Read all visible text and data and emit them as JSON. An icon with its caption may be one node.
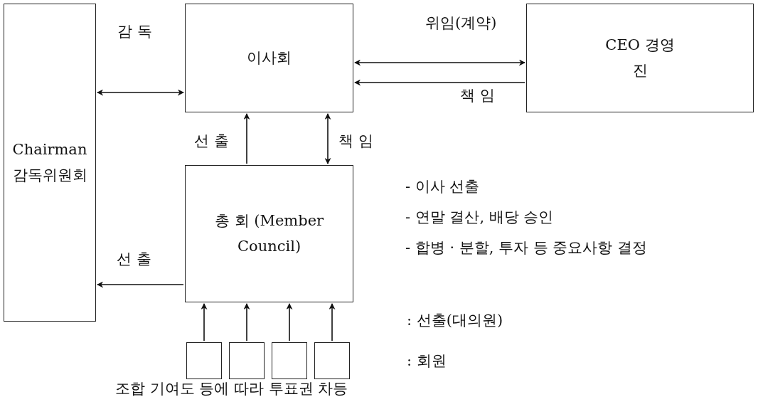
{
  "diagram": {
    "nodes": [
      {
        "text": [
          "Chairman 감독위원회"
        ]
      },
      {
        "text": [
          "이사회"
        ]
      },
      {
        "text": [
          "CEO 경영진"
        ]
      },
      {
        "text": [
          "총 회 (Member Council)"
        ],
        "beside": [
          "- 이사 선출",
          "- 연말 결산, 배당 승인",
          "- 합병 · 분할, 투자 등 중요사항 결정"
        ]
      },
      {
        "text": [],
        "shape": "box"
      },
      {
        "text": [],
        "shape": "box"
      },
      {
        "text": [],
        "shape": "box"
      },
      {
        "text": [],
        "shape": "box"
      }
    ],
    "edges": [
      {
        "from": 0,
        "to": 1,
        "arrow": "both",
        "label": "감 독"
      },
      {
        "from": 1,
        "to": 2,
        "arrow": "both",
        "label": "위임(계약)"
      },
      {
        "from": 2,
        "to": 1,
        "arrow": "to",
        "label": "책 임"
      },
      {
        "from": 3,
        "to": 1,
        "arrow": "to",
        "label": "선 출"
      },
      {
        "from": 1,
        "to": 3,
        "arrow": "both",
        "label": "책 임"
      },
      {
        "from": 3,
        "to": 0,
        "arrow": "to",
        "label": "선 출"
      },
      {
        "from": 4,
        "to": 3,
        "arrow": "to"
      },
      {
        "from": 5,
        "to": 3,
        "arrow": "to"
      },
      {
        "from": 6,
        "to": 3,
        "arrow": "to"
      },
      {
        "from": 7,
        "to": 3,
        "arrow": "to"
      }
    ],
    "labels": [
      ": 선출(대의원)",
      ": 회원",
      "조합 기여도 등에 따라 투표권 차등"
    ]
  }
}
